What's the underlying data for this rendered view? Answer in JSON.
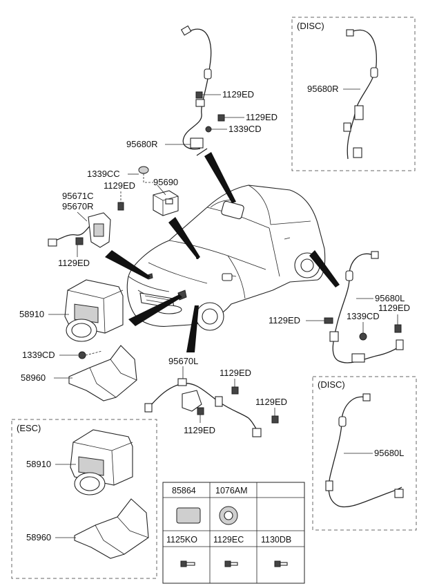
{
  "labels": {
    "disc_top": "(DISC)",
    "disc_bottom": "(DISC)",
    "esc": "(ESC)",
    "p1129ed_a": "1129ED",
    "p1129ed_b": "1129ED",
    "p1339cd_a": "1339CD",
    "p95680r_main": "95680R",
    "p95680r_disc": "95680R",
    "p1339cc": "1339CC",
    "p1129ed_c": "1129ED",
    "p95690": "95690",
    "p95671c": "95671C",
    "p95670r": "95670R",
    "p1129ed_d": "1129ED",
    "p58910_a": "58910",
    "p1339cd_b": "1339CD",
    "p58960_a": "58960",
    "p95680l_main": "95680L",
    "p1129ed_e": "1129ED",
    "p1129ed_f": "1129ED",
    "p1339cd_c": "1339CD",
    "p95670l": "95670L",
    "p1129ed_g": "1129ED",
    "p1129ed_h": "1129ED",
    "p1129ed_i": "1129ED",
    "p95680l_disc": "95680L",
    "p58910_b": "58910",
    "p58960_b": "58960"
  },
  "parts_table": {
    "row1": [
      "85864",
      "1076AM"
    ],
    "row2": [
      "1125KO",
      "1129EC",
      "1130DB"
    ]
  }
}
